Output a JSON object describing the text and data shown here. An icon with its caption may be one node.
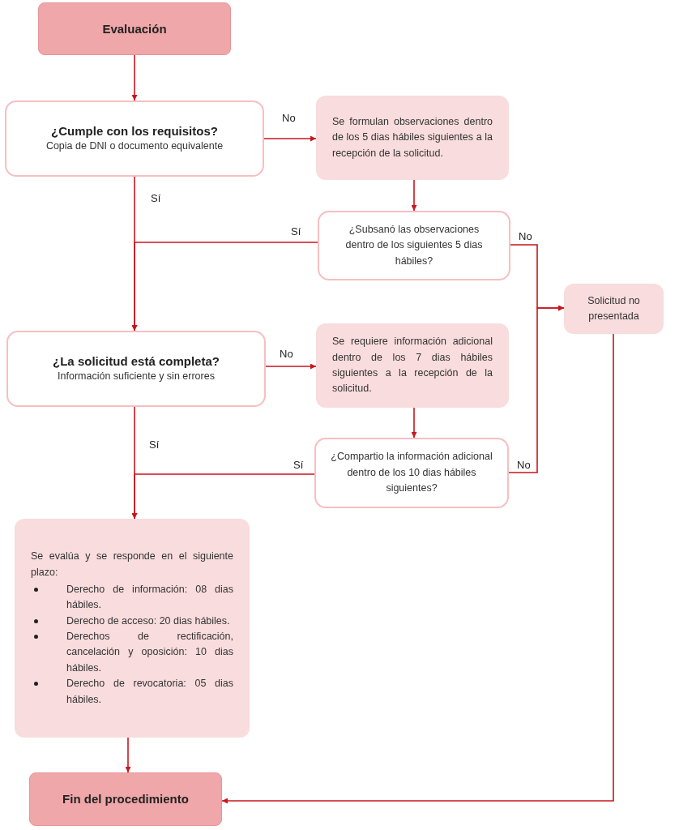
{
  "diagram": {
    "nodes": [
      {
        "text": [
          "Evaluación"
        ]
      },
      {
        "text": [
          "¿Cumple con los requisitos?",
          "Copia de DNI o documento equivalente"
        ]
      },
      {
        "text": [
          "Se formulan observaciones dentro de los 5 dias hábiles siguientes a la recepción de la solicitud."
        ]
      },
      {
        "text": [
          "¿Subsanó las observaciones dentro de los siguientes 5 dias hábiles?"
        ]
      },
      {
        "text": [
          "Solicitud no presentada"
        ]
      },
      {
        "text": [
          "¿La solicitud está completa?",
          "Información suficiente y sin errores"
        ]
      },
      {
        "text": [
          "Se requiere información adicional dentro de los 7 dias hábiles siguientes a la recepción de la solicitud."
        ]
      },
      {
        "text": [
          "¿Compartio la información adicional dentro de los 10 dias hábiles siguientes?"
        ]
      },
      {
        "text": [
          "Se evalúa y se responde en el siguiente plazo:",
          "Derecho de información: 08 dias hábiles.",
          "Derecho de acceso: 20 dias hábiles.",
          "Derechos de rectificación, cancelación y oposición: 10 dias hábiles.",
          "Derecho de revocatoria: 05 dias hábiles."
        ]
      },
      {
        "text": [
          "Fin del procedimiento"
        ]
      }
    ],
    "edges": [
      {
        "from": 0,
        "to": 1,
        "arrow": "to"
      },
      {
        "from": 1,
        "to": 2,
        "arrow": "to",
        "label": "No"
      },
      {
        "from": 2,
        "to": 3,
        "arrow": "to"
      },
      {
        "from": 1,
        "to": 5,
        "arrow": "to",
        "label": "Sí"
      },
      {
        "from": 3,
        "to": 5,
        "arrow": "to",
        "label": "Sí"
      },
      {
        "from": 3,
        "to": 4,
        "arrow": "to",
        "label": "No"
      },
      {
        "from": 5,
        "to": 6,
        "arrow": "to",
        "label": "No"
      },
      {
        "from": 6,
        "to": 7,
        "arrow": "to"
      },
      {
        "from": 5,
        "to": 8,
        "arrow": "to",
        "label": "Sí"
      },
      {
        "from": 7,
        "to": 8,
        "arrow": "to",
        "label": "Sí"
      },
      {
        "from": 7,
        "to": 4,
        "arrow": "to",
        "label": "No"
      },
      {
        "from": 8,
        "to": 9,
        "arrow": "to"
      },
      {
        "from": 4,
        "to": 9,
        "arrow": "to"
      }
    ]
  }
}
